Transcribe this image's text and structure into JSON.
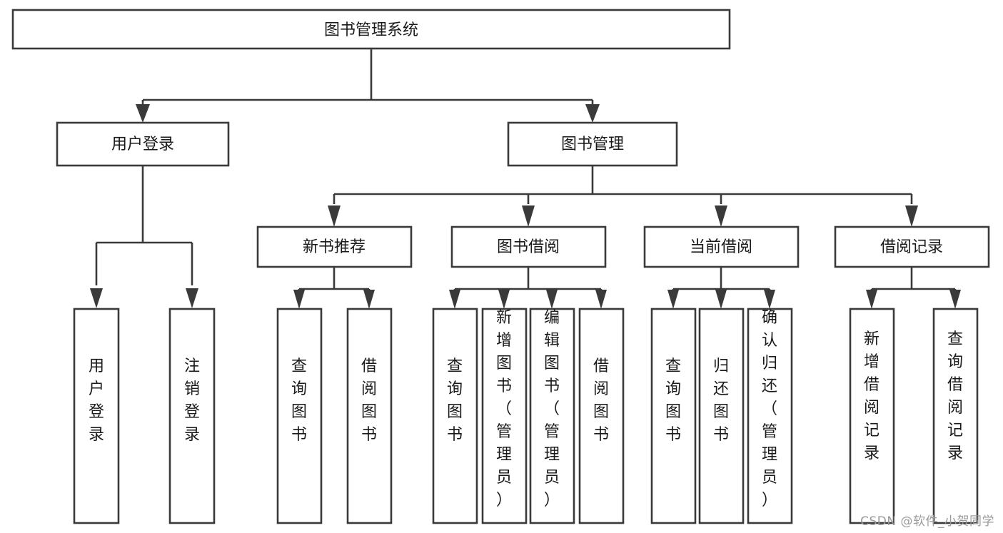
{
  "diagram": {
    "type": "tree-hierarchy",
    "title": "图书管理系统",
    "orientation": "top-down",
    "colors": {
      "box_stroke": "#3a3a3a",
      "box_fill": "#ffffff",
      "connector": "#3a3a3a",
      "text": "#1a1a1a",
      "background": "#ffffff",
      "watermark": "#9a9a9a"
    },
    "root": {
      "label": "图书管理系统"
    },
    "level2": [
      {
        "label": "用户登录"
      },
      {
        "label": "图书管理"
      }
    ],
    "level3": [
      {
        "label": "新书推荐"
      },
      {
        "label": "图书借阅"
      },
      {
        "label": "当前借阅"
      },
      {
        "label": "借阅记录"
      }
    ],
    "leaves": {
      "user_login": [
        {
          "label": "用户登录"
        },
        {
          "label": "注销登录"
        }
      ],
      "new_book_recommend": [
        {
          "label": "查询图书"
        },
        {
          "label": "借阅图书"
        }
      ],
      "book_borrow": [
        {
          "label": "查询图书"
        },
        {
          "label": "新增图书（管理员）"
        },
        {
          "label": "编辑图书（管理员）"
        },
        {
          "label": "借阅图书"
        }
      ],
      "current_borrow": [
        {
          "label": "查询图书"
        },
        {
          "label": "归还图书"
        },
        {
          "label": "确认归还（管理员）"
        }
      ],
      "borrow_record": [
        {
          "label": "新增借阅记录"
        },
        {
          "label": "查询借阅记录"
        }
      ]
    }
  },
  "watermark": {
    "text": "CSDN @软件_小贺同学"
  }
}
